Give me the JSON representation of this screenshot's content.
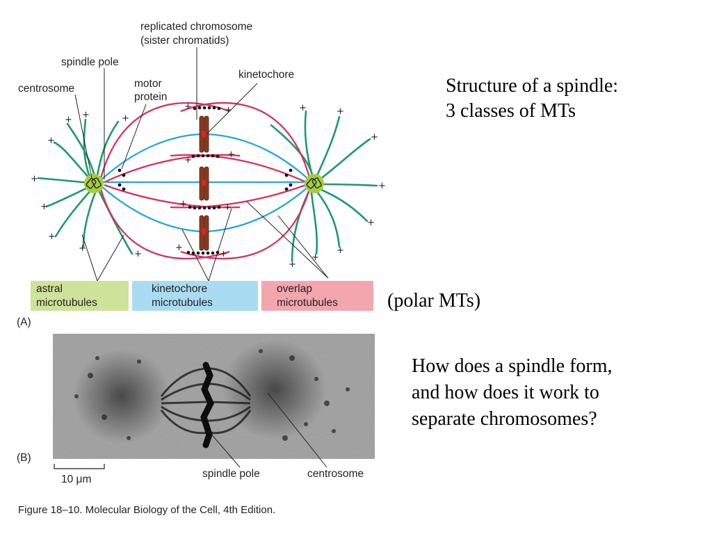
{
  "panel_a": {
    "labels": {
      "replicated_chromosome_1": "replicated chromosome",
      "replicated_chromosome_2": "(sister chromatids)",
      "spindle_pole": "spindle pole",
      "kinetochore": "kinetochore",
      "centrosome": "centrosome",
      "motor_protein_1": "motor",
      "motor_protein_2": "protein",
      "plus": "+"
    },
    "legend": {
      "astral_1": "astral",
      "astral_2": "microtubules",
      "kinetochore_1": "kinetochore",
      "kinetochore_2": "microtubules",
      "overlap_1": "overlap",
      "overlap_2": "microtubules"
    },
    "panel_label": "(A)"
  },
  "panel_b": {
    "panel_label": "(B)",
    "scale_bar": "10 μm",
    "spindle_pole": "spindle pole",
    "centrosome": "centrosome"
  },
  "caption": "Figure 18–10. Molecular Biology of the Cell, 4th Edition.",
  "notes": {
    "title_1": "Structure of a spindle:",
    "title_2": "3 classes of MTs",
    "polar": "(polar MTs)",
    "question_1": "How does a spindle form,",
    "question_2": "and how does it work to",
    "question_3": "separate chromosomes?"
  },
  "colors": {
    "astral": "#1a9a6c",
    "kinetochore_mt": "#22a7dd",
    "overlap_mt": "#d8315b",
    "centrosome": "#a6cd3c",
    "chromosome": "#8b3a1e",
    "astral_box": "#cfe29a",
    "kinetochore_box": "#a9dcf2",
    "overlap_box": "#f3a6ad"
  }
}
